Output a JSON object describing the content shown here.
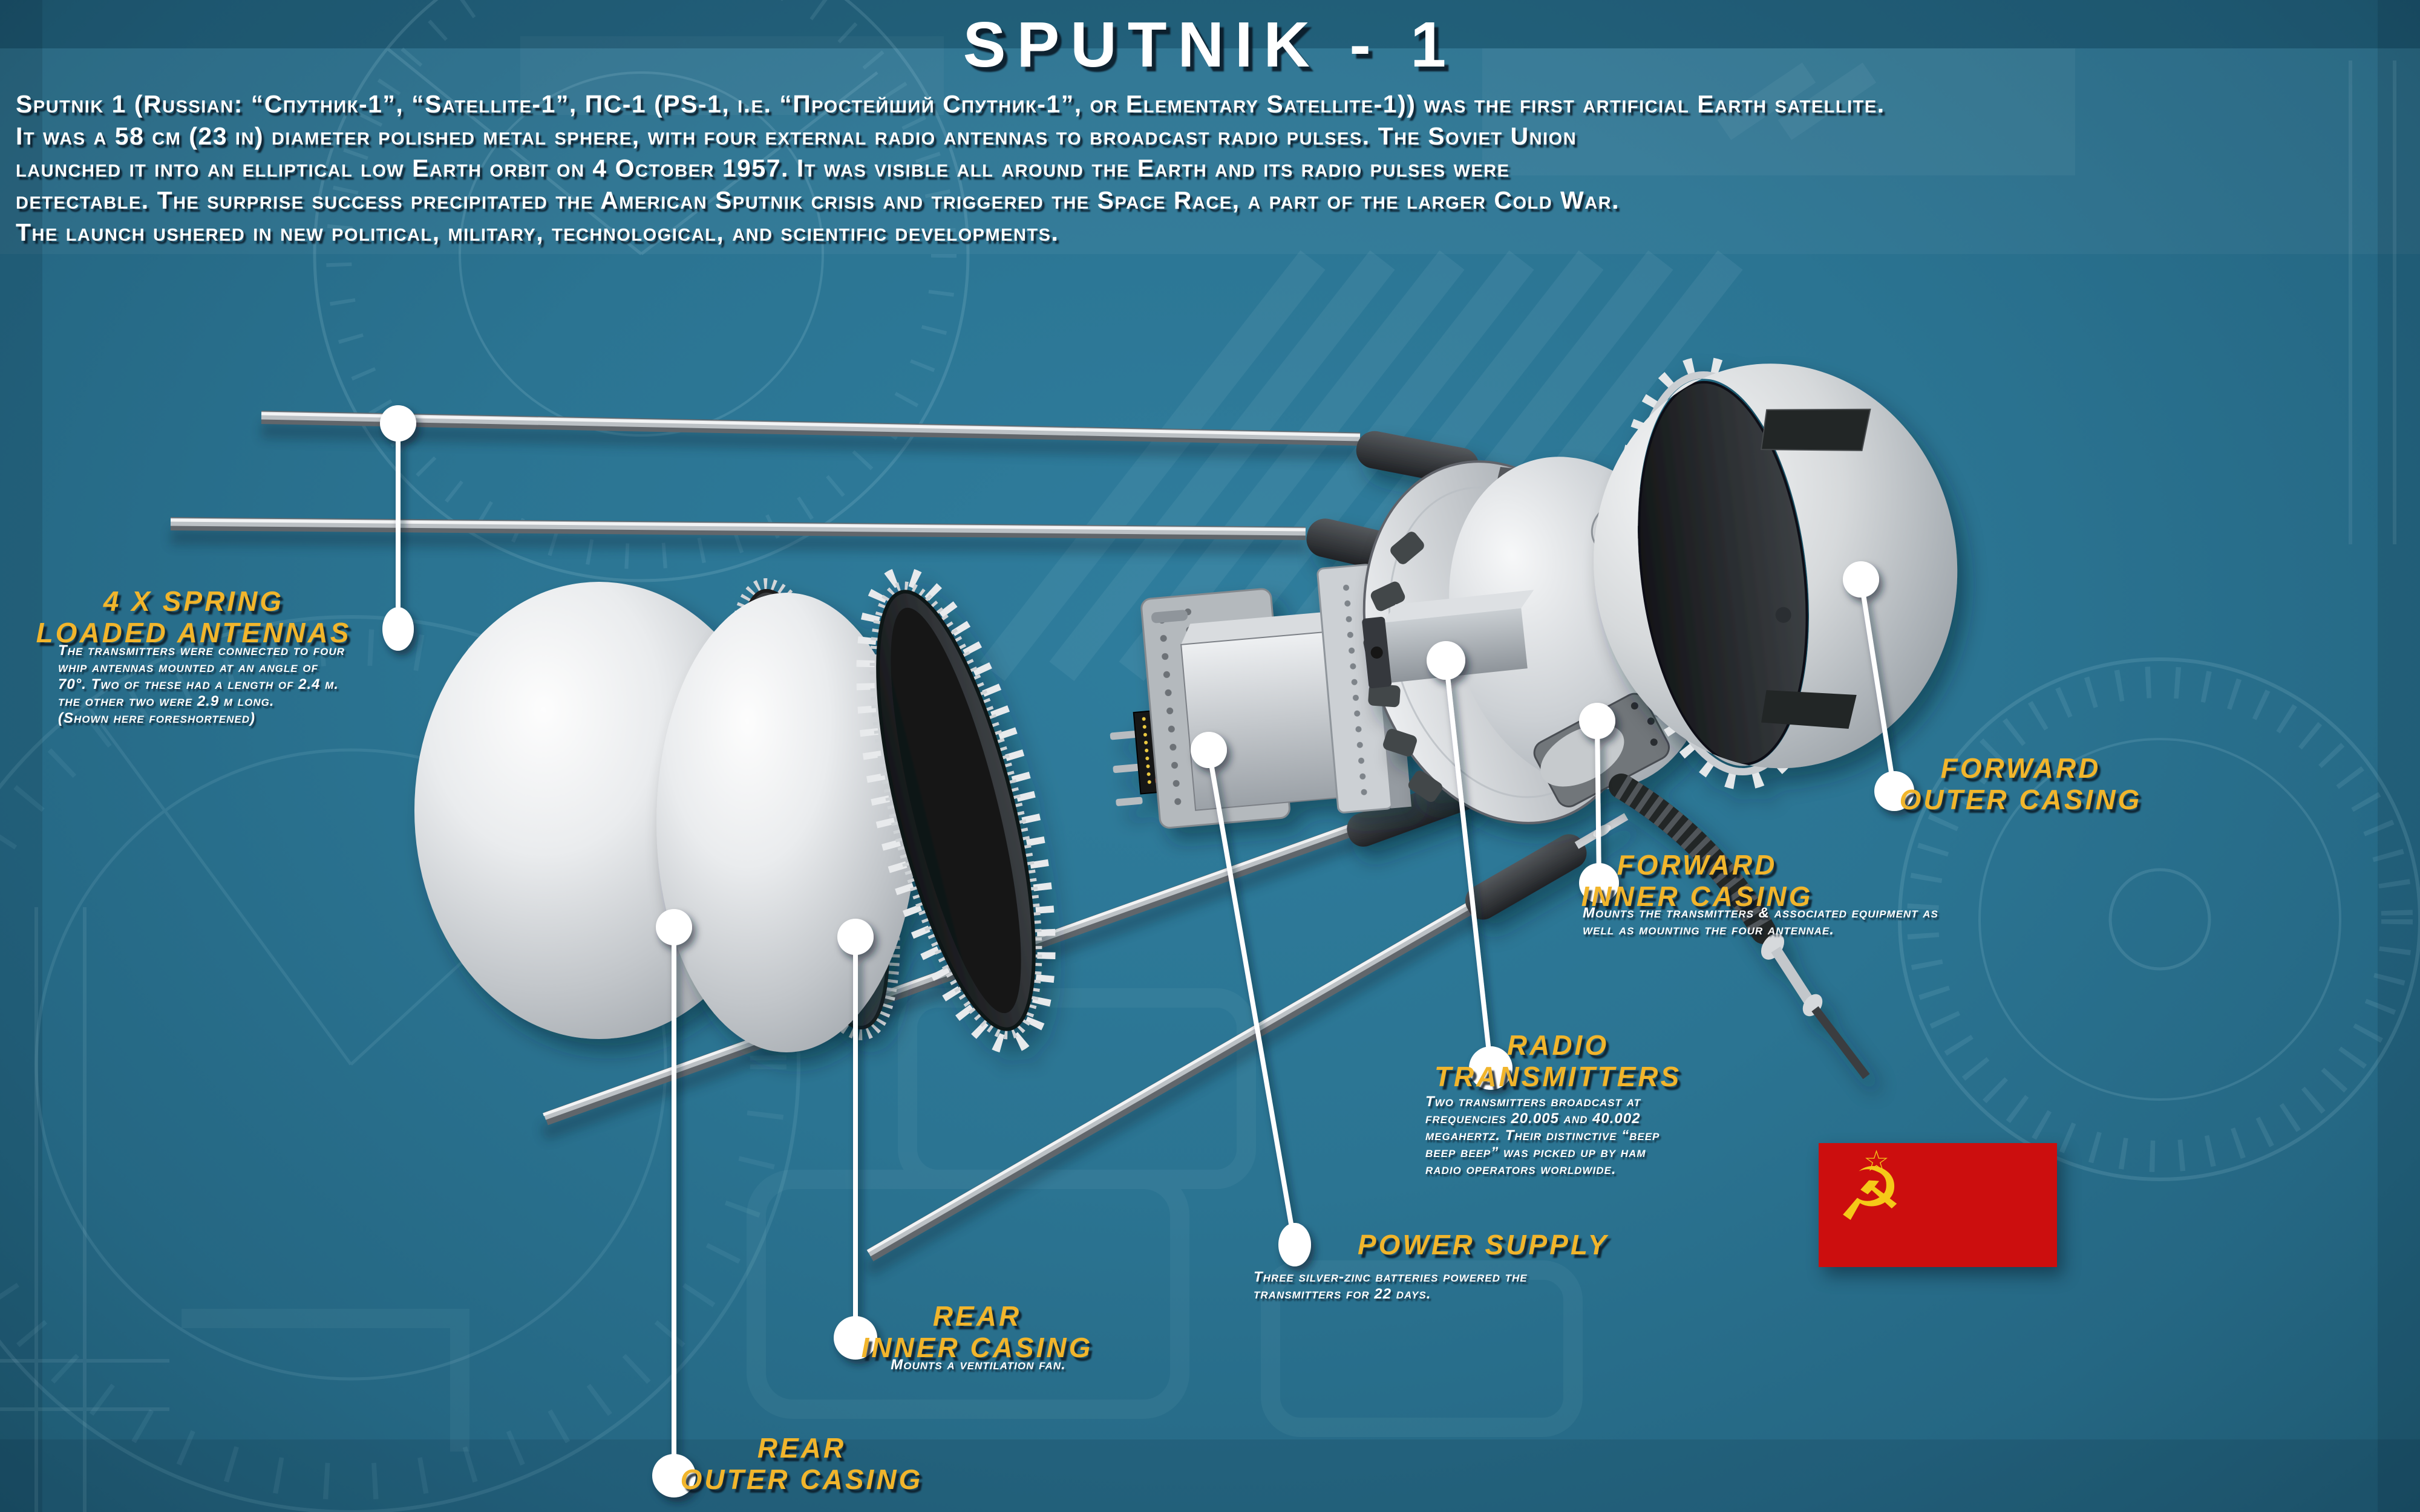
{
  "title": "SPUTNIK - 1",
  "intro": {
    "lines": [
      "Sputnik 1 (Russian: “Спутник-1”, “Satellite-1”, ПС-1 (PS-1, i.e. “Простейший Спутник-1”, or Elementary Satellite-1)) was the first artificial Earth satellite.",
      "It was a 58 cm (23 in) diameter polished metal sphere, with four external radio antennas to broadcast radio pulses. The Soviet Union",
      "launched it into an elliptical low Earth orbit on 4 October 1957. It was visible all around the Earth and its radio pulses were",
      "detectable. The surprise success precipitated the American Sputnik crisis and triggered the Space Race, a part of the larger Cold War.",
      "The launch ushered in new political, military, technological, and scientific developments."
    ]
  },
  "callouts": {
    "spring_antennas": {
      "label": [
        "4 X SPRING",
        "LOADED ANTENNAS"
      ],
      "desc": [
        "The transmitters were connected to four",
        "whip antennas mounted at an angle of",
        "70°. Two of these had a length of 2.4 m.",
        "the other two were 2.9 m long.",
        "(Shown here foreshortened)"
      ]
    },
    "rear_outer_casing": {
      "label": [
        "REAR",
        "OUTER CASING"
      ]
    },
    "rear_inner_casing": {
      "label": [
        "REAR",
        "INNER CASING"
      ],
      "desc": [
        "Mounts a ventilation fan."
      ]
    },
    "power_supply": {
      "label": [
        "POWER SUPPLY"
      ],
      "desc": [
        "Three silver-zinc batteries powered the",
        "transmitters for 22 days."
      ]
    },
    "radio_transmitters": {
      "label": [
        "RADIO",
        "TRANSMITTERS"
      ],
      "desc": [
        "Two transmitters broadcast at",
        "frequencies 20.005 and 40.002",
        "megahertz. Their distinctive “beep",
        "beep beep” was picked up by ham",
        "radio operators worldwide."
      ]
    },
    "forward_inner_casing": {
      "label": [
        "FORWARD",
        "INNER CASING"
      ],
      "desc": [
        "Mounts the transmitters & associated equipment as",
        "well as mounting the four antennae."
      ]
    },
    "forward_outer_casing": {
      "label": [
        "FORWARD",
        "OUTER CASING"
      ]
    }
  },
  "flag": {
    "name": "soviet-flag",
    "star_icon": "☆",
    "hammer_sickle_icon": "☭"
  },
  "colors": {
    "background": "#2A7492",
    "accent_yellow": "#F1B52C",
    "text_white": "#FFFFFF",
    "flag_red": "#CC0E0E",
    "flag_gold": "#F5C918",
    "shadow_navy": "#081E30"
  }
}
